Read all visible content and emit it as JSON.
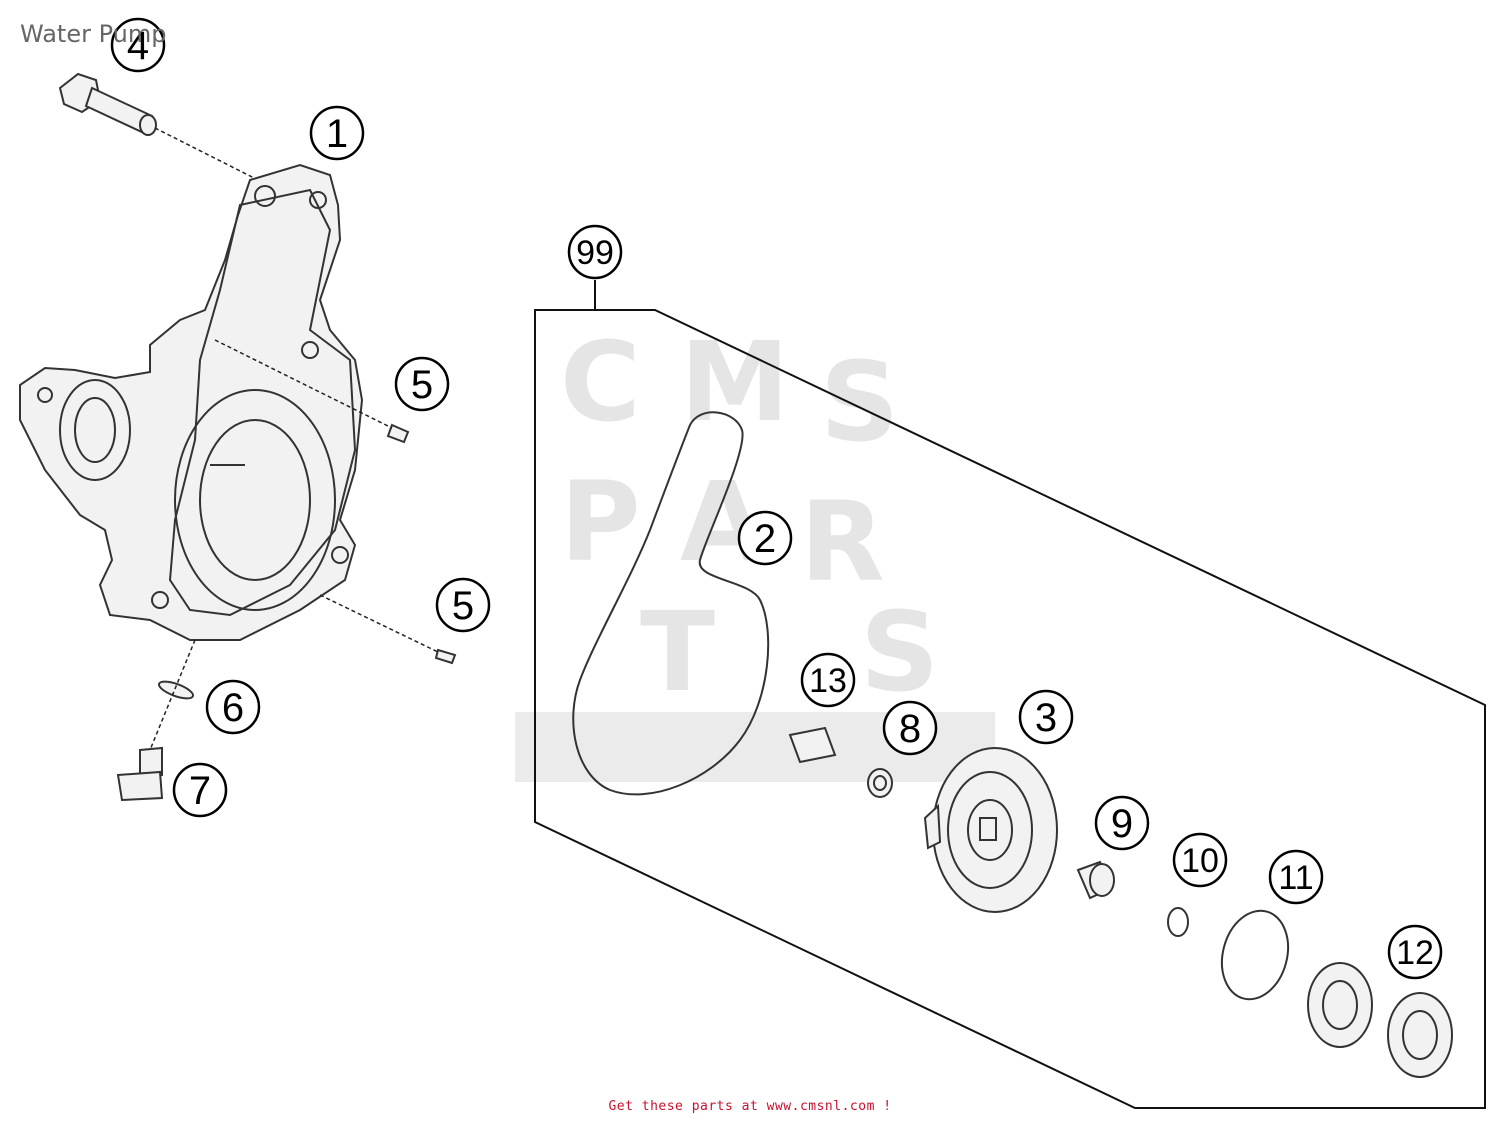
{
  "title": "Water Pump",
  "footer": "Get these parts at www.cmsnl.com !",
  "callouts": [
    {
      "id": "1",
      "label": "1"
    },
    {
      "id": "2",
      "label": "2"
    },
    {
      "id": "3",
      "label": "3"
    },
    {
      "id": "4",
      "label": "4"
    },
    {
      "id": "5a",
      "label": "5"
    },
    {
      "id": "5b",
      "label": "5"
    },
    {
      "id": "6",
      "label": "6"
    },
    {
      "id": "7",
      "label": "7"
    },
    {
      "id": "8",
      "label": "8"
    },
    {
      "id": "9",
      "label": "9"
    },
    {
      "id": "10",
      "label": "10"
    },
    {
      "id": "11",
      "label": "11"
    },
    {
      "id": "12",
      "label": "12"
    },
    {
      "id": "13",
      "label": "13"
    },
    {
      "id": "99",
      "label": "99"
    }
  ],
  "watermark_letters": [
    "C",
    "M",
    "S",
    "P",
    "A",
    "R",
    "T",
    "S"
  ]
}
